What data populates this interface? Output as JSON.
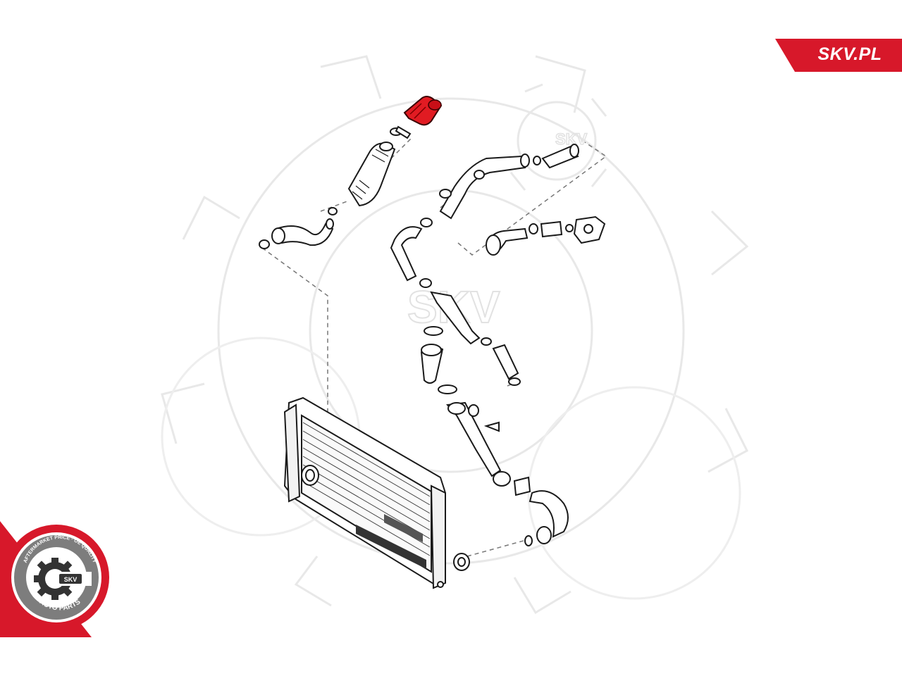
{
  "brand": {
    "site_label": "SKV.PL",
    "accent_color": "#d7182a"
  },
  "watermark": {
    "text": "SKV",
    "color": "#e6e6e6"
  },
  "badge": {
    "center_text": "SKV",
    "arc_top_text": "AFTERMARKET PRICE · OE QUALITY",
    "arc_bottom_text": "AUTO PARTS",
    "ring_color": "#d7182a"
  },
  "diagram": {
    "highlighted_part": "intake-hose-elbow",
    "highlight_color": "#e11b22",
    "line_color": "#1a1a1a"
  }
}
